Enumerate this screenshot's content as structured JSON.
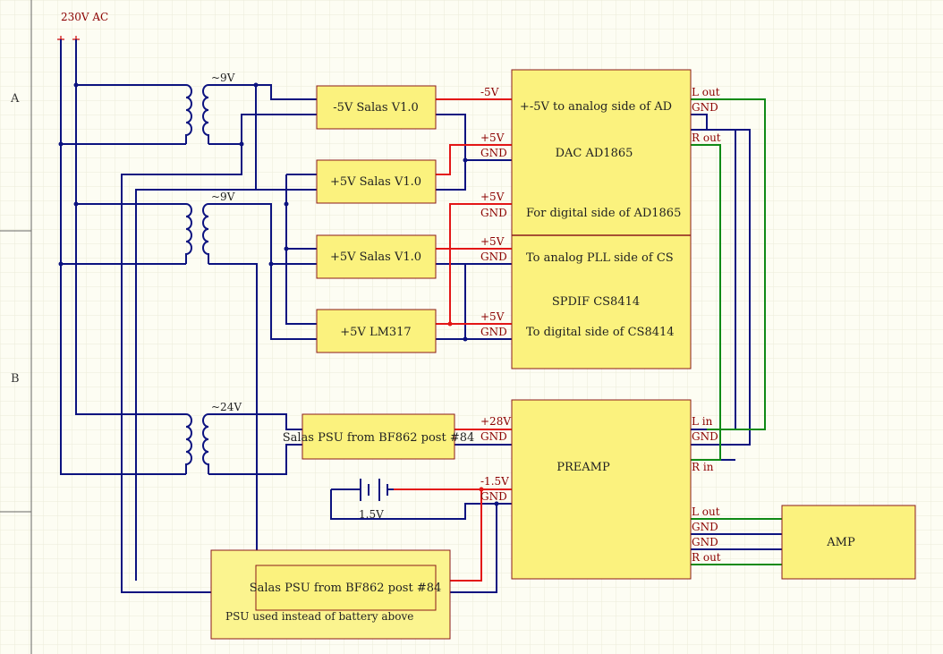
{
  "power": {
    "label": "230V AC"
  },
  "rows": [
    {
      "label": "A"
    },
    {
      "label": "B"
    }
  ],
  "transformers": [
    {
      "label": "~9V"
    },
    {
      "label": "~9V"
    },
    {
      "label": "~24V"
    }
  ],
  "regulators": [
    {
      "label": "-5V Salas V1.0"
    },
    {
      "label": "+5V Salas V1.0"
    },
    {
      "label": "+5V Salas V1.0"
    },
    {
      "label": "+5V LM317"
    },
    {
      "label": "Salas PSU from BF862 post #84"
    }
  ],
  "preamp_psu": {
    "label": "Salas PSU from BF862 post #84",
    "group_label": "PSU used instead of battery above"
  },
  "battery": {
    "label": "1.5V"
  },
  "dac": {
    "title": "DAC AD1865",
    "line1": "+-5V to analog side of AD",
    "line2": "For digital side of AD1865",
    "pins_left": [
      "-5V",
      "+5V",
      "GND",
      "+5V",
      "GND"
    ],
    "pins_right": [
      "L out",
      "GND",
      "R out"
    ]
  },
  "spdif": {
    "title": "SPDIF CS8414",
    "line1": "To analog PLL side of CS",
    "line2": "To digital side of CS8414",
    "pins_left": [
      "+5V",
      "GND",
      "+5V",
      "GND"
    ]
  },
  "preamp": {
    "title": "PREAMP",
    "pins_left": [
      "+28V",
      "GND",
      "-1.5V",
      "GND"
    ],
    "pins_right_in": [
      "L in",
      "GND",
      "R in"
    ],
    "pins_right_out": [
      "L out",
      "GND",
      "GND",
      "R out"
    ]
  },
  "amp": {
    "title": "AMP"
  },
  "colors": {
    "wire": "#0c1380",
    "positive": "#e31616",
    "signal": "#0f8a16",
    "pin_label": "#8b0000",
    "block_fill": "#fbf27e",
    "block_border": "#8b1a1a",
    "background": "#fdfdf3",
    "grid": "#ecebd8"
  }
}
